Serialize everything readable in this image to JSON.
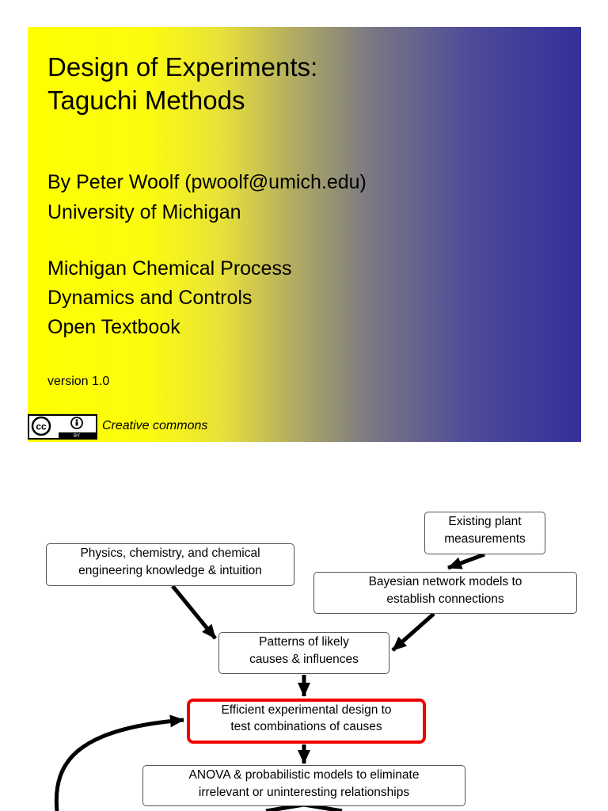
{
  "slide": {
    "title_lines": [
      "Design of Experiments:",
      "Taguchi Methods"
    ],
    "author_lines": [
      "By Peter Woolf (pwoolf@umich.edu)",
      "University of Michigan"
    ],
    "course_lines": [
      "Michigan Chemical Process",
      "Dynamics and Controls",
      "Open Textbook"
    ],
    "version": "version 1.0",
    "license_badge": {
      "icons": [
        "cc-icon",
        "attribution-icon"
      ],
      "cc_mark": "cc",
      "by_mark": "BY"
    },
    "license_text": "Creative commons",
    "colors": {
      "gradient_start": "#ffff00",
      "gradient_end": "#32309a"
    }
  },
  "flowchart": {
    "boxes": {
      "plant_measurements": [
        "Existing plant",
        "measurements"
      ],
      "knowledge": [
        "Physics, chemistry, and chemical",
        "engineering knowledge & intuition"
      ],
      "bayesian": [
        "Bayesian network models to",
        "establish connections"
      ],
      "patterns": [
        "Patterns of likely",
        "causes & influences"
      ],
      "experimental_design": [
        "Efficient experimental design to",
        "test combinations of causes"
      ],
      "anova": [
        "ANOVA & probabilistic models to eliminate",
        "irrelevant or uninteresting relationships"
      ]
    },
    "highlight_color": "#ee0000"
  }
}
